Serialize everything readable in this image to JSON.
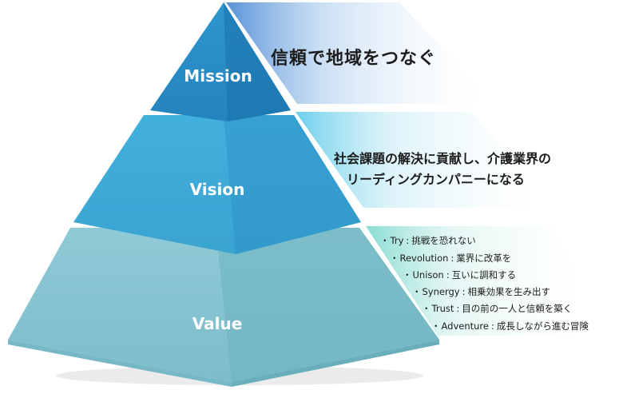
{
  "pyramid": {
    "tiers": [
      {
        "label": "Mission",
        "statement": "信頼で地域をつなぐ"
      },
      {
        "label": "Vision",
        "statement_lines": [
          "社会課題の解決に貢献し、介護業界の",
          "リーディングカンパニーになる"
        ]
      },
      {
        "label": "Value"
      }
    ],
    "values": [
      {
        "bullet": "・",
        "name": "Try",
        "sep": ":",
        "desc": "挑戦を恐れない"
      },
      {
        "bullet": "・",
        "name": "Revolution",
        "sep": ":",
        "desc": "業界に改革を"
      },
      {
        "bullet": "・",
        "name": "Unison",
        "sep": ":",
        "desc": "互いに調和する"
      },
      {
        "bullet": "・",
        "name": "Synergy",
        "sep": ":",
        "desc": "相乗効果を生み出す"
      },
      {
        "bullet": "・",
        "name": "Trust",
        "sep": ":",
        "desc": "目の前の一人と信頼を築く"
      },
      {
        "bullet": "・",
        "name": "Adventure",
        "sep": ":",
        "desc": "成長しながら進む冒険"
      }
    ]
  },
  "colors": {
    "mission_front": "#2a8ec8",
    "mission_side": "#1a6fa6",
    "vision_front": "#3aa8d8",
    "vision_side": "#2a8cc0",
    "value_front": "#82c2cf",
    "value_side": "#5fa9b6",
    "band_mission": "#3b7fd0",
    "band_vision": "#46c3e6",
    "band_value": "#5fd0c2"
  }
}
